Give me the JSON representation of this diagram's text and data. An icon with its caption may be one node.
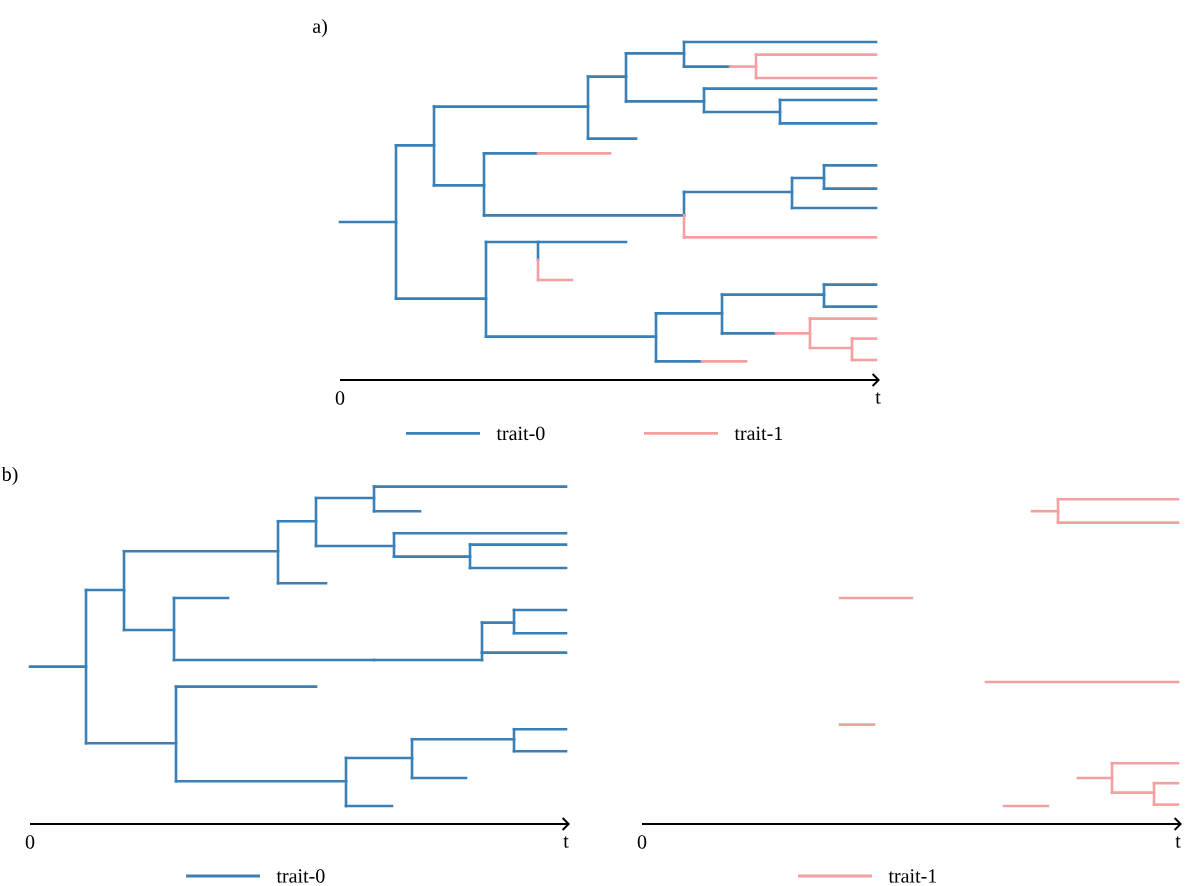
{
  "diagram": {
    "labels": [
      "a)",
      "0",
      "t",
      "b)",
      "0",
      "t",
      "0",
      "t"
    ],
    "legend": [
      {
        "text": "trait-0",
        "color": "#3a7fb5"
      },
      {
        "text": "trait-1",
        "color": "#f4a0a0"
      },
      {
        "text": "trait-0",
        "color": "#3a7fb5"
      },
      {
        "text": "trait-1",
        "color": "#f4a0a0"
      }
    ]
  }
}
